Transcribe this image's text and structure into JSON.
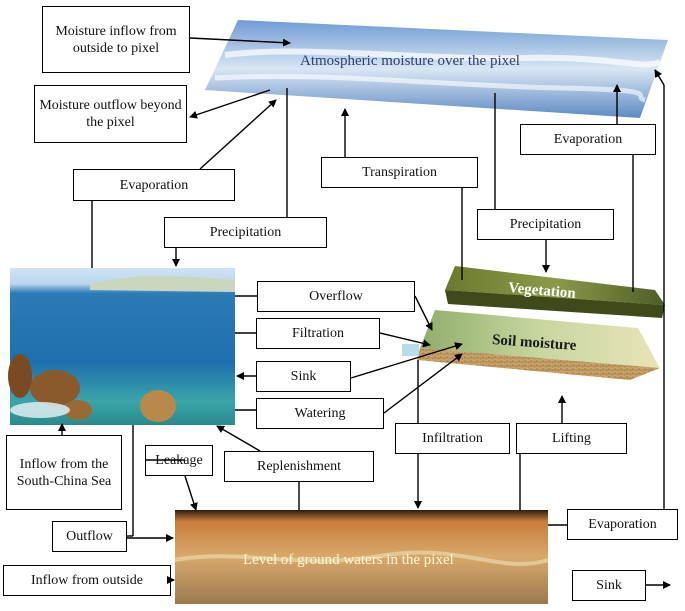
{
  "labels": {
    "atmosphere": "Atmospheric moisture over the pixel",
    "vegetation": "Vegetation",
    "soil_moisture": "Soil moisture",
    "groundwater": "Level of ground waters in the pixel",
    "inflow_outside_pixel": "Moisture inflow from outside to pixel",
    "outflow_beyond_pixel": "Moisture outflow beyond the pixel",
    "evaporation_sea": "Evaporation",
    "precipitation_sea": "Precipitation",
    "transpiration": "Transpiration",
    "evaporation_soil": "Evaporation",
    "precipitation_veg": "Precipitation",
    "overflow": "Overflow",
    "filtration": "Filtration",
    "sink_sea": "Sink",
    "watering": "Watering",
    "inflow_scs": "Inflow from the South-China Sea",
    "leakage": "Leakage",
    "replenishment": "Replenishment",
    "infiltration": "Infiltration",
    "lifting": "Lifting",
    "outflow": "Outflow",
    "evaporation_ground": "Evaporation",
    "inflow_outside": "Inflow from outside",
    "sink_ground": "Sink"
  },
  "colors": {
    "sky": "#5f8fc9",
    "sea": "#1c6fb0",
    "vegetation": "#5a6b2a",
    "soil": "#c9a36a",
    "ground": "#b07a3c"
  }
}
